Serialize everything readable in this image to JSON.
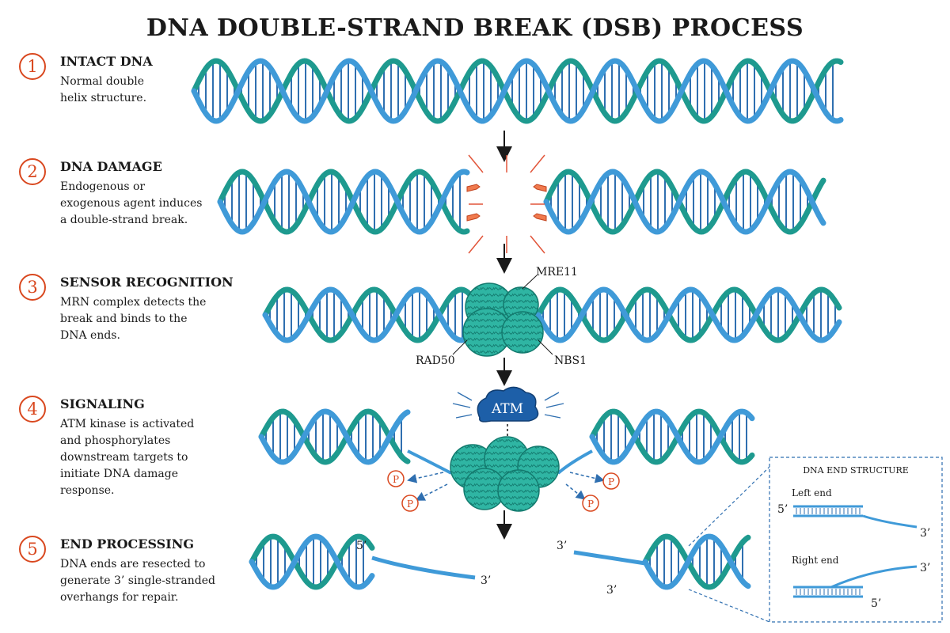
{
  "title": "DNA DOUBLE-STRAND BREAK (DSB) PROCESS",
  "steps": [
    {
      "number": "1",
      "title": "INTACT DNA",
      "description": "Normal double helix structure."
    },
    {
      "number": "2",
      "title": "DNA DAMAGE",
      "description": "Endogenous or exogenous agent induces a double-strand break."
    },
    {
      "number": "3",
      "title": "SENSOR RECOGNITION",
      "description": "MRN complex detects the break and binds to the DNA ends."
    },
    {
      "number": "4",
      "title": "SIGNALING",
      "description": "ATM kinase is activated and phosphorylates downstream targets to initiate DNA damage response."
    },
    {
      "number": "5",
      "title": "END PROCESSING",
      "description": "DNA ends are resected to generate 3’ single-stranded overhangs for repair."
    }
  ],
  "labels": {
    "mre11": "MRE11",
    "rad50": "RAD50",
    "nbs1": "NBS1",
    "atm": "ATM",
    "phospho": "P",
    "five_prime": "5’",
    "three_prime": "3’"
  },
  "inset": {
    "title": "DNA END STRUCTURE",
    "left_end": "Left end",
    "right_end": "Right end"
  },
  "colors": {
    "accent": "#d9481f",
    "strand_blue": "#3f9ad8",
    "strand_teal": "#1e9a8f",
    "rung": "#2f6fb0",
    "protein": "#2fb5a3",
    "atm": "#1d5fa8"
  }
}
